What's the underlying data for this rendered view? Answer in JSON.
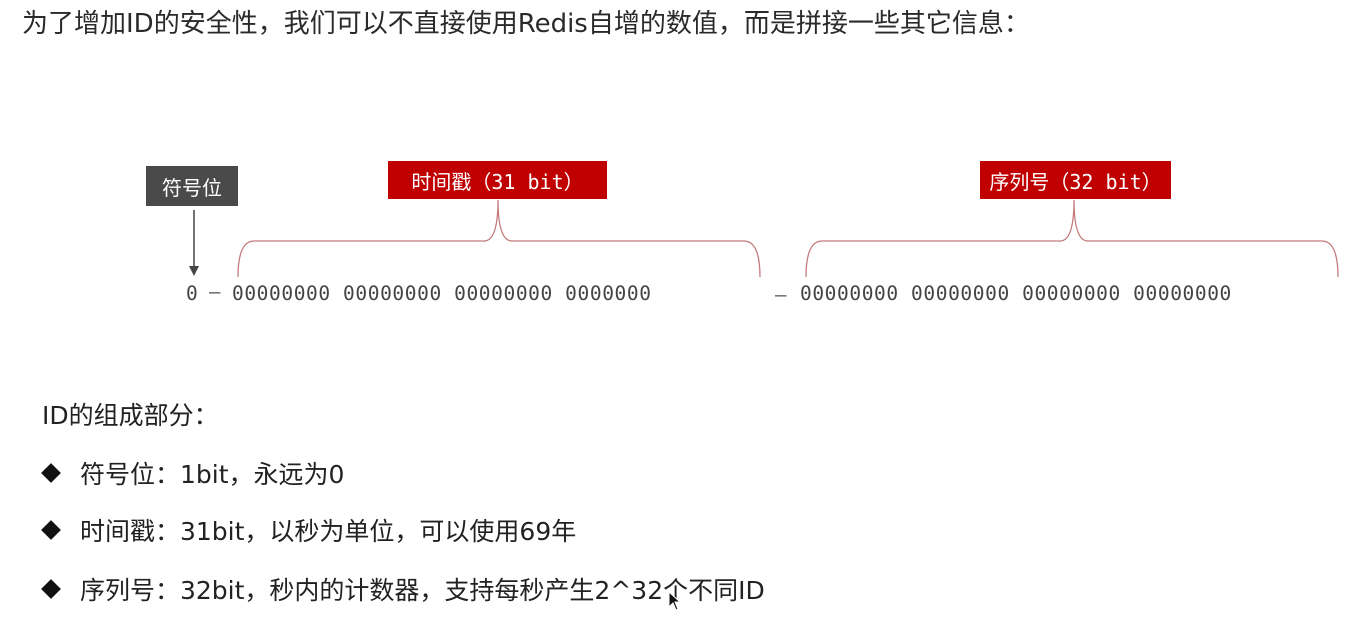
{
  "intro_text": "为了增加ID的安全性，我们可以不直接使用Redis自增的数值，而是拼接一些其它信息：",
  "diagram": {
    "sign_label": "符号位",
    "timestamp_label": "时间戳（31 bit）",
    "sequence_label": "序列号（32 bit）",
    "sign_bit": "0",
    "separator": "–",
    "timestamp_bits": "00000000 00000000 00000000 0000000",
    "sequence_bits": "00000000 00000000 00000000 00000000",
    "colors": {
      "accent": "#c00000",
      "sign_box": "#4a4a4a",
      "bracket": "#c47a7a"
    }
  },
  "composition": {
    "title": "ID的组成部分：",
    "items": [
      "符号位：1bit，永远为0",
      "时间戳：31bit，以秒为单位，可以使用69年",
      "序列号：32bit，秒内的计数器，支持每秒产生2^32个不同ID"
    ]
  },
  "icons": {
    "bullet": "diamond-bullet-icon",
    "pointer": "mouse-cursor-icon"
  }
}
